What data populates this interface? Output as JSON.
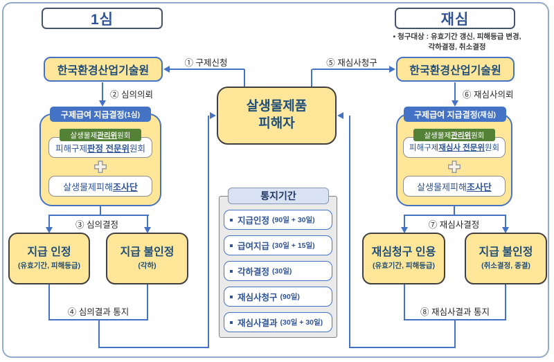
{
  "diagram": {
    "left": {
      "header": "1심",
      "agency": "한국환경산업기술원",
      "step1": "① 구제신청",
      "step2": "② 심의의뢰",
      "decision_title": "구제급여 지급결정",
      "decision_suffix": "(1심)",
      "committee": {
        "pre": "살생물제",
        "em": "관리위",
        "post": "원회"
      },
      "expert": {
        "pre": "피해구제",
        "em": "판정 전문위",
        "post": "원회"
      },
      "team": {
        "pre": "살생물제피해",
        "em": "조사단",
        "post": ""
      },
      "step3": "③ 심의결정",
      "approve_title": "지급 인정",
      "approve_sub": "(유효기간, 피해등급)",
      "reject_title": "지급 불인정",
      "reject_sub": "(각하)",
      "step4": "④ 심의결과 통지"
    },
    "center": {
      "victim_line1": "살생물제품",
      "victim_line2": "피해자"
    },
    "notice": {
      "title": "통지기간",
      "items": [
        {
          "name": "지급인정",
          "period": "(90일 + 30일)"
        },
        {
          "name": "급여지급",
          "period": "(30일 + 15일)"
        },
        {
          "name": "각하결정",
          "period": "(30일)"
        },
        {
          "name": "재심사청구",
          "period": "(90일)"
        },
        {
          "name": "재심사결과",
          "period": "(30일 + 30일)"
        }
      ]
    },
    "right": {
      "header": "재심",
      "note_line1": "▪ 청구대상 : 유효기간 갱신, 피해등급 변경,",
      "note_line2": "각하결정, 취소결정",
      "agency": "한국환경산업기술원",
      "step5": "⑤ 재심사청구",
      "step6": "⑥ 재심사의뢰",
      "decision_title": "구제급여 지급결정",
      "decision_suffix": "(재심)",
      "committee": {
        "pre": "살생물제",
        "em": "관리위",
        "post": "원회"
      },
      "expert": {
        "pre": "피해구제",
        "em": "재심사 전문위",
        "post": "원회"
      },
      "team": {
        "pre": "살생물제피해",
        "em": "조사단",
        "post": ""
      },
      "step7": "⑦ 재심사결정",
      "accept_title": "재심청구 인용",
      "accept_sub": "(유효기간, 피해등급)",
      "reject_title": "지급 불인정",
      "reject_sub": "(취소결정, 종결)",
      "step8": "⑧ 재심사결과 통지"
    },
    "colors": {
      "accent_blue": "#4472C4",
      "box_yellow": "#FFE699",
      "committee_green": "#538135",
      "text_navy": "#1F4E79",
      "notice_header_bg": "#D9E2F3",
      "frame_border": "#93A9CC"
    }
  }
}
